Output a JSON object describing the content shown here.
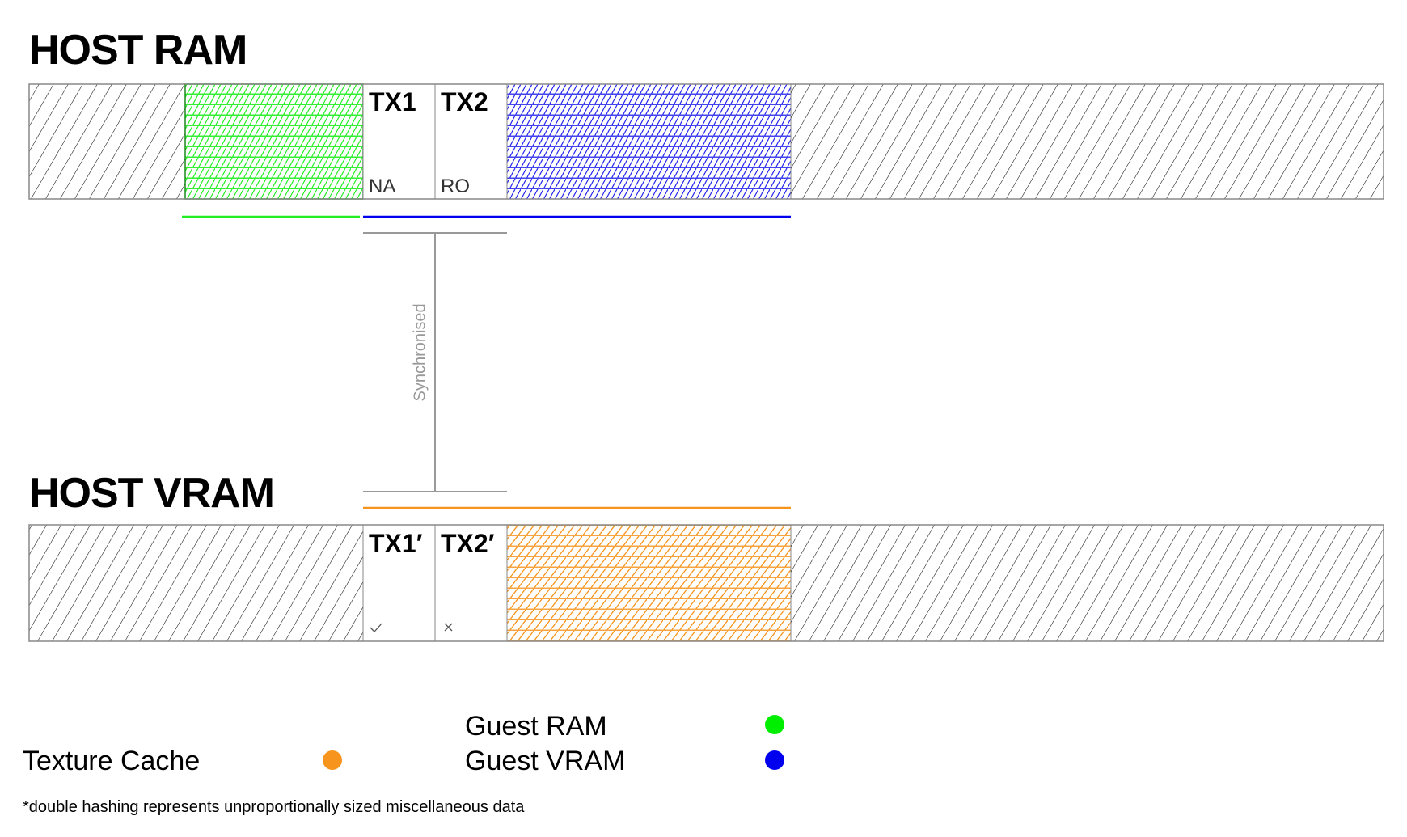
{
  "host_ram": {
    "title": "HOST RAM",
    "cells": [
      {
        "label": "TX1",
        "sub": "NA"
      },
      {
        "label": "TX2",
        "sub": "RO"
      }
    ]
  },
  "host_vram": {
    "title": "HOST VRAM",
    "cells": [
      {
        "label": "TX1′",
        "status_icon": "check-icon"
      },
      {
        "label": "TX2′",
        "status_icon": "cross-icon"
      }
    ]
  },
  "sync_label": "Synchronised",
  "legend": {
    "guest_ram": {
      "label": "Guest RAM",
      "color": "#00ee00"
    },
    "guest_vram": {
      "label": "Guest VRAM",
      "color": "#0000ee"
    },
    "texture_cache": {
      "label": "Texture Cache",
      "color": "#f7941d"
    }
  },
  "footnote": "*double hashing represents unproportionally sized miscellaneous data"
}
